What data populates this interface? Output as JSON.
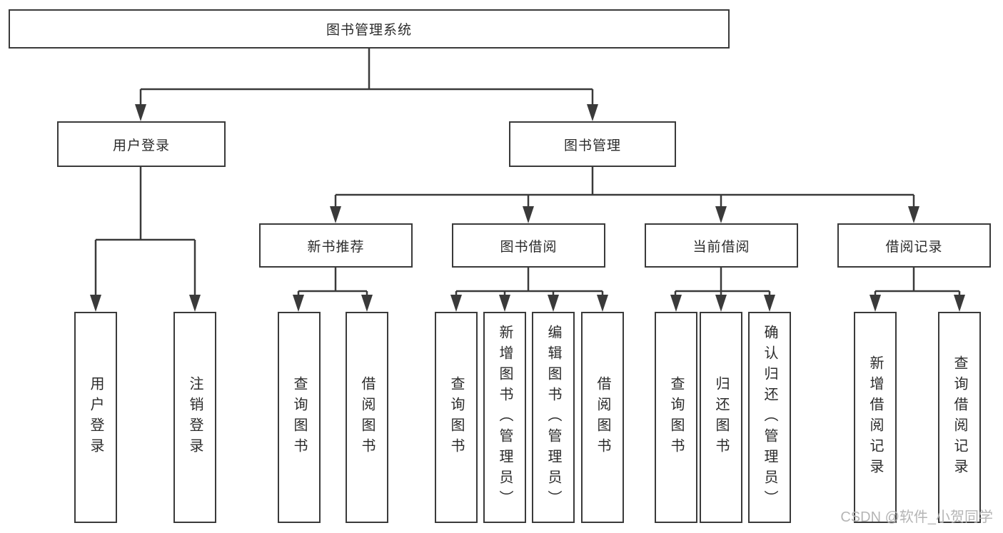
{
  "diagram": {
    "title": "图书管理系统",
    "tree": {
      "root": {
        "label": "图书管理系统",
        "children": [
          {
            "label": "用户登录",
            "children": [
              {
                "label": "用户登录"
              },
              {
                "label": "注销登录"
              }
            ]
          },
          {
            "label": "图书管理",
            "children": [
              {
                "label": "新书推荐",
                "children": [
                  {
                    "label": "查询图书"
                  },
                  {
                    "label": "借阅图书"
                  }
                ]
              },
              {
                "label": "图书借阅",
                "children": [
                  {
                    "label": "查询图书"
                  },
                  {
                    "label": "新增图书（管理员）"
                  },
                  {
                    "label": "编辑图书（管理员）"
                  },
                  {
                    "label": "借阅图书"
                  }
                ]
              },
              {
                "label": "当前借阅",
                "children": [
                  {
                    "label": "查询图书"
                  },
                  {
                    "label": "归还图书"
                  },
                  {
                    "label": "确认归还（管理员）"
                  }
                ]
              },
              {
                "label": "借阅记录",
                "children": [
                  {
                    "label": "新增借阅记录"
                  },
                  {
                    "label": "查询借阅记录"
                  }
                ]
              }
            ]
          }
        ]
      }
    },
    "colors": {
      "line": "#3A3A3A",
      "text": "#2B2B2B",
      "box_fill": "#FFFFFF",
      "watermark": "#B5B5B5",
      "background": "#FFFFFF"
    }
  },
  "watermark": {
    "text": "CSDN @软件_小贺同学"
  }
}
